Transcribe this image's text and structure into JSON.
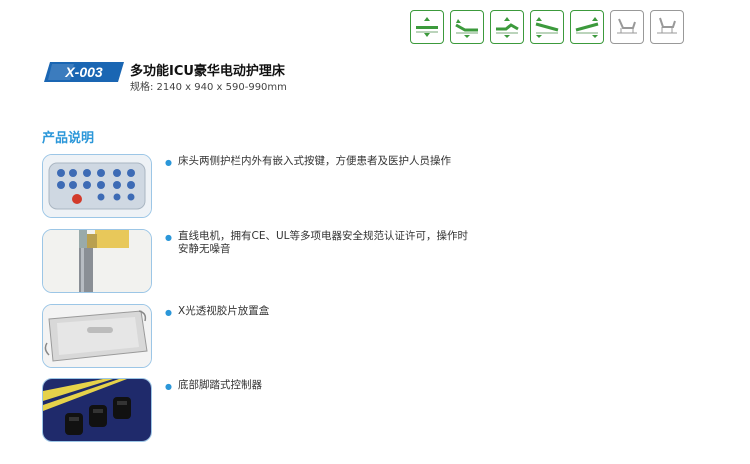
{
  "header": {
    "model_badge": "X-003",
    "title": "多功能ICU豪华电动护理床",
    "spec": "规格: 2140 x 940 x 590-990mm"
  },
  "section": {
    "title": "产品说明"
  },
  "features": [
    {
      "text": "床头两侧护栏内外有嵌入式按键，方便患者及医护人员操作",
      "image": "bed-rail-button-panel"
    },
    {
      "text": "直线电机，拥有CE、UL等多项电器安全规范认证许可，操作时安静无噪音",
      "image": "linear-actuator-motor"
    },
    {
      "text": "X光透视胶片放置盒",
      "image": "xray-film-tray"
    },
    {
      "text": "底部脚踏式控制器",
      "image": "foot-pedal-controller"
    }
  ],
  "position_icons": [
    "bed-flat-icon",
    "bed-back-up-icon",
    "bed-knee-up-icon",
    "bed-trendelenburg-icon",
    "bed-reverse-trendelenburg-icon",
    "bed-chair-icon",
    "bed-chair-alt-icon"
  ],
  "colors": {
    "accent_blue": "#2b97d9",
    "icon_green": "#3c9a3c"
  }
}
